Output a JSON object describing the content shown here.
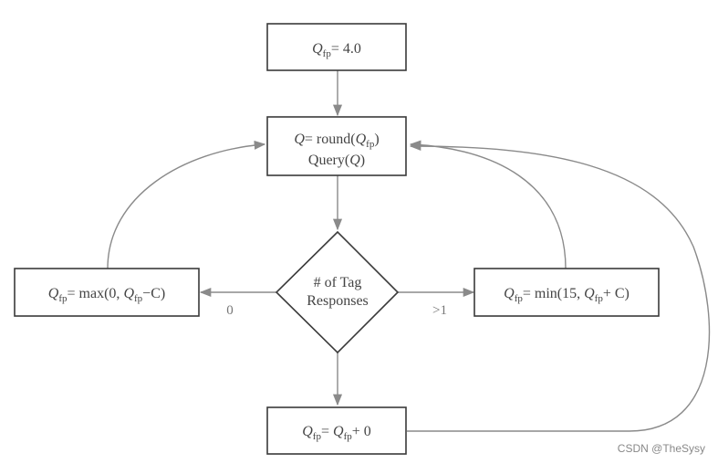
{
  "nodes": {
    "init": {
      "var": "Q",
      "sub": "fp",
      "rest": "= 4.0"
    },
    "query": {
      "line1_var": "Q",
      "line1_mid": "= round(",
      "line1_var2": "Q",
      "line1_sub2": "fp",
      "line1_end": ")",
      "line2_pre": "Query(",
      "line2_var": "Q",
      "line2_end": ")"
    },
    "decision": {
      "line1": "# of Tag",
      "line2": "Responses"
    },
    "decrease": {
      "var": "Q",
      "sub": "fp",
      "mid": "= max(0, ",
      "var2": "Q",
      "sub2": "fp",
      "end": "−C)"
    },
    "increase": {
      "var": "Q",
      "sub": "fp",
      "mid": "= min(15, ",
      "var2": "Q",
      "sub2": "fp",
      "end": "+ C)"
    },
    "nochange": {
      "var": "Q",
      "sub": "fp",
      "mid": "= ",
      "var2": "Q",
      "sub2": "fp",
      "end": "+ 0"
    }
  },
  "edges": {
    "zero_label": "0",
    "many_label": ">1"
  },
  "watermark": "CSDN @TheSysy",
  "colors": {
    "box_stroke": "#3a3a3a",
    "connector": "#8a8a8a",
    "text": "#444444"
  }
}
